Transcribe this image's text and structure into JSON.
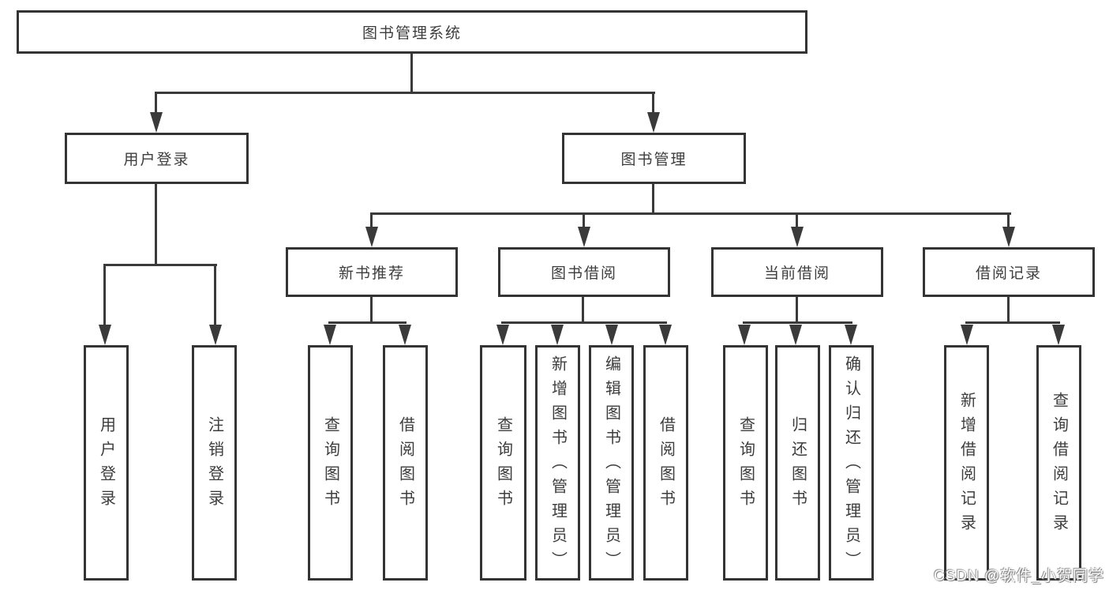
{
  "tree": {
    "root": {
      "label": "图书管理系统"
    },
    "branches": [
      {
        "label": "用户登录",
        "children": [
          {
            "label": "用户登录"
          },
          {
            "label": "注销登录"
          }
        ]
      },
      {
        "label": "图书管理",
        "groups": [
          {
            "label": "新书推荐",
            "children": [
              {
                "label": "查询图书"
              },
              {
                "label": "借阅图书"
              }
            ]
          },
          {
            "label": "图书借阅",
            "children": [
              {
                "label": "查询图书"
              },
              {
                "label": "新增图书（管理员）"
              },
              {
                "label": "编辑图书（管理员）"
              },
              {
                "label": "借阅图书"
              }
            ]
          },
          {
            "label": "当前借阅",
            "children": [
              {
                "label": "查询图书"
              },
              {
                "label": "归还图书"
              },
              {
                "label": "确认归还（管理员）"
              }
            ]
          },
          {
            "label": "借阅记录",
            "children": [
              {
                "label": "新增借阅记录"
              },
              {
                "label": "查询借阅记录"
              }
            ]
          }
        ]
      }
    ]
  },
  "colors": {
    "line": "#3a3a3a",
    "border": "#343434",
    "text": "#3d3d3d",
    "background": "#ffffff"
  },
  "watermark": {
    "text": "CSDN @软件_小贺同学"
  }
}
